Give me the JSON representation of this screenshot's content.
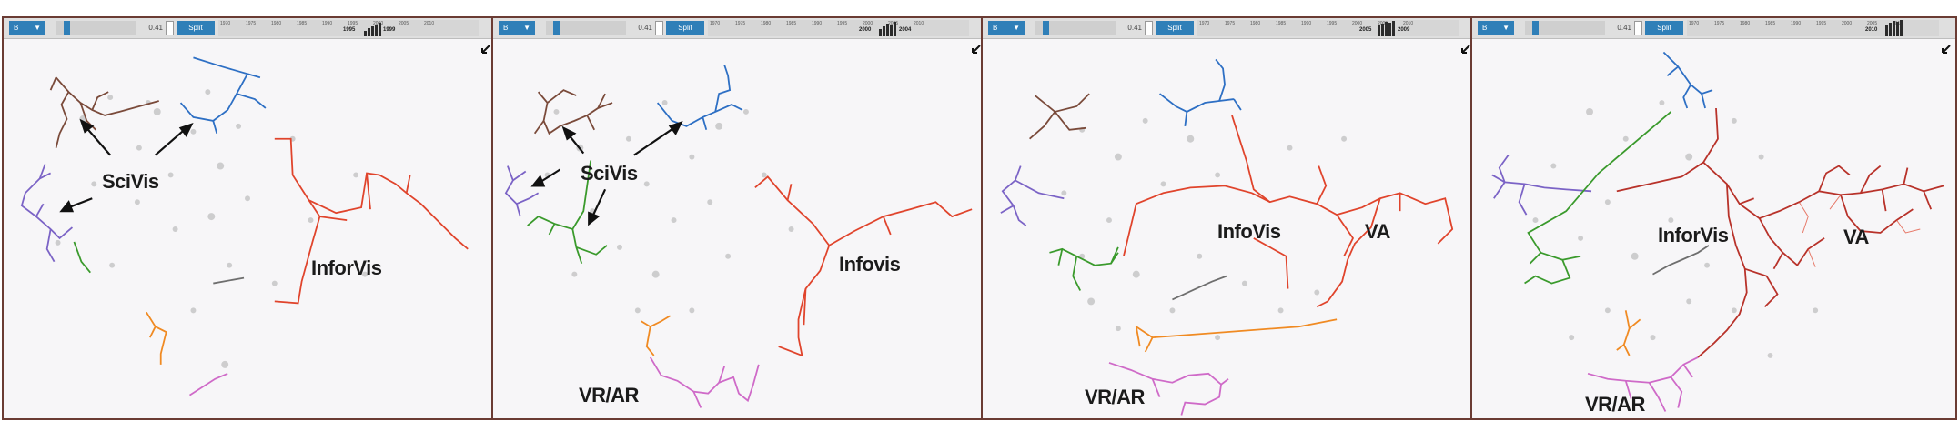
{
  "panels": [
    {
      "dropdown": "B",
      "slider_value": "0.41",
      "split_label": "Split",
      "ticks": [
        "1970",
        "1975",
        "1980",
        "1985",
        "1990",
        "1995",
        "2000",
        "2005",
        "2010"
      ],
      "range_start": "1995",
      "range_end": "1999",
      "labels": {
        "scivis": "SciVis",
        "infovis": "InforVis"
      }
    },
    {
      "dropdown": "B",
      "slider_value": "0.41",
      "split_label": "Split",
      "ticks": [
        "1970",
        "1975",
        "1980",
        "1985",
        "1990",
        "1995",
        "2000",
        "2005",
        "2010"
      ],
      "range_start": "2000",
      "range_end": "2004",
      "labels": {
        "scivis": "SciVis",
        "infovis": "Infovis",
        "vrar": "VR/AR"
      }
    },
    {
      "dropdown": "B",
      "slider_value": "0.41",
      "split_label": "Split",
      "ticks": [
        "1970",
        "1975",
        "1980",
        "1985",
        "1990",
        "1995",
        "2000",
        "2005",
        "2010"
      ],
      "range_start": "2005",
      "range_end": "2009",
      "labels": {
        "infovis": "InfoVis",
        "va": "VA",
        "vrar": "VR/AR"
      }
    },
    {
      "dropdown": "B",
      "slider_value": "0.41",
      "split_label": "Split",
      "ticks": [
        "1970",
        "1975",
        "1980",
        "1985",
        "1990",
        "1995",
        "2000",
        "2005",
        "2010"
      ],
      "range_start": "2010",
      "range_end": "",
      "labels": {
        "infovis": "InforVis",
        "va": "VA",
        "vrar": "VR/AR"
      }
    }
  ],
  "colors": {
    "brown": "#7a4a3a",
    "blue": "#2d6fc4",
    "purple": "#7b63c6",
    "green": "#3a9a2c",
    "red": "#e0442c",
    "orange": "#f08a22",
    "pink": "#cf6ac8",
    "gray": "#6e6e6e",
    "dots": "#9c9c9c",
    "ui_blue": "#2f7fb8",
    "frame": "#6b3c34"
  }
}
